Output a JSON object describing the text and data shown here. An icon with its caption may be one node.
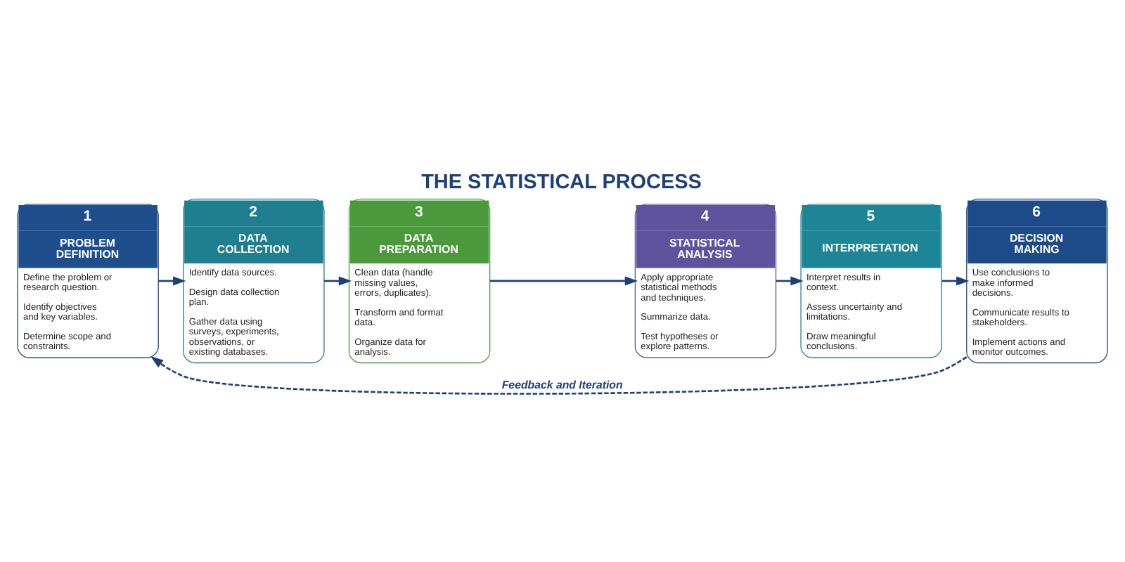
{
  "diagram": {
    "title": "THE STATISTICAL PROCESS",
    "nodes": [
      {
        "text": [
          "1",
          "PROBLEM DEFINITION",
          "Define the problem or research question.",
          "Identify objectives and key variables.",
          "Determine scope and constraints."
        ]
      },
      {
        "text": [
          "2",
          "DATA COLLECTION",
          "Identify data sources.",
          "Design data collection plan.",
          "Gather data using surveys, experiments, observations, or existing databases."
        ]
      },
      {
        "text": [
          "3",
          "DATA PREPARATION",
          "Clean data (handle missing values, errors, duplicates).",
          "Transform and format data.",
          "Organize data for analysis."
        ]
      },
      {
        "text": [
          "4",
          "STATISTICAL ANALYSIS",
          "Apply appropriate statistical methods and techniques.",
          "Summarize data.",
          "Test hypotheses or explore patterns."
        ]
      },
      {
        "text": [
          "5",
          "INTERPRETATION",
          "Interpret results in context.",
          "Assess uncertainty and limitations.",
          "Draw meaningful conclusions."
        ]
      },
      {
        "text": [
          "6",
          "DECISION MAKING",
          "Use conclusions to make informed decisions.",
          "Communicate results to stakeholders.",
          "Implement actions and monitor outcomes."
        ]
      }
    ],
    "edges": [
      {
        "from": 0,
        "to": 1,
        "arrow": "to"
      },
      {
        "from": 1,
        "to": 2,
        "arrow": "to"
      },
      {
        "from": 2,
        "to": 3,
        "arrow": "to"
      },
      {
        "from": 3,
        "to": 4,
        "arrow": "to"
      },
      {
        "from": 4,
        "to": 5,
        "arrow": "to"
      },
      {
        "from": 5,
        "to": 0,
        "arrow": "to",
        "style": "dashed",
        "label": "Feedback and Iteration"
      }
    ]
  }
}
